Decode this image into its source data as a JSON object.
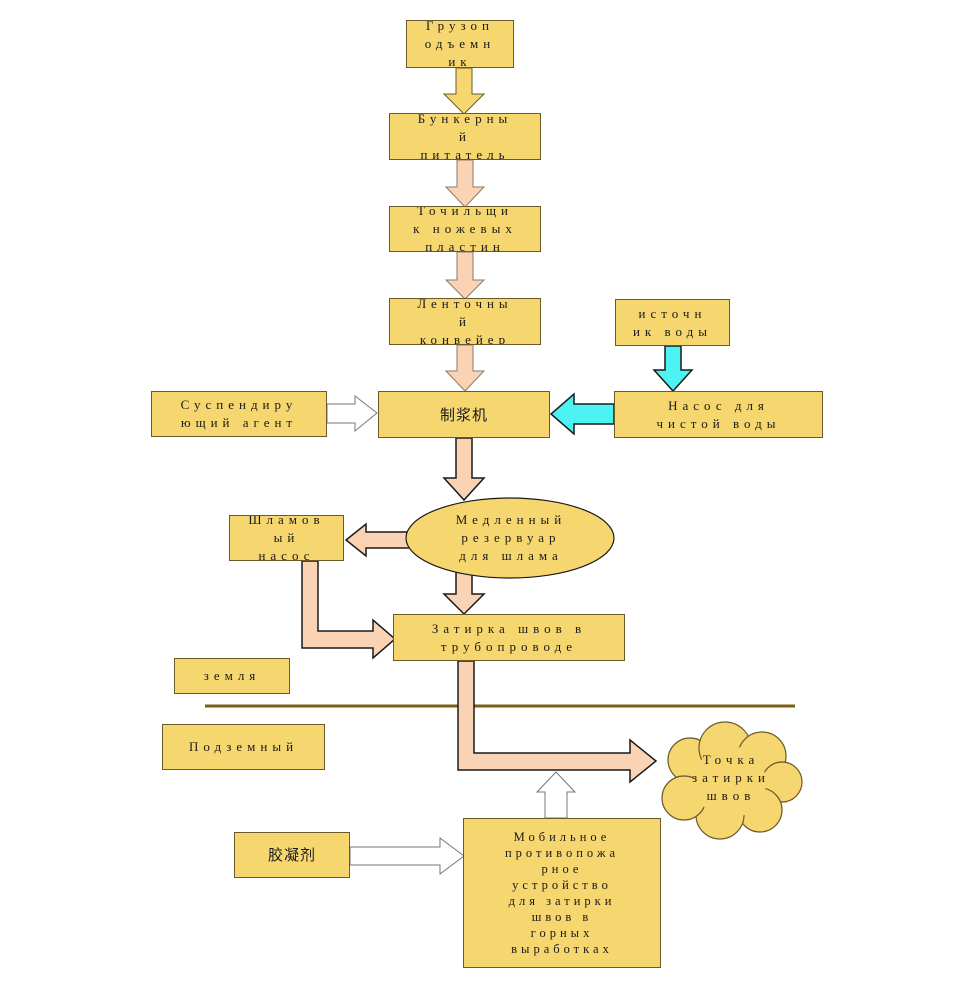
{
  "nodes": {
    "hoist": "Грузоп\nодъемн\nик",
    "bunker_feeder": "Бункерны\nй\nпитатель",
    "knife_sharpener": "Точильщи\nк ножевых\nпластин",
    "belt_conveyor": "Ленточны\nй\nконвейер",
    "water_source": "источн\nик воды",
    "suspending_agent": "Суспендиру\nющий агент",
    "pulper": "制浆机",
    "clean_water_pump": "Насос для\nчистой воды",
    "slurry_pump": "Шламов\nый\nнасос",
    "slow_slurry_tank": "Медленный\nрезервуар\nдля шлама",
    "pipeline_grouting": "Затирка швов в\nтрубопроводе",
    "ground": "земля",
    "underground": "Подземный",
    "grouting_point": "Точка\nзатирки\nшвов",
    "coagulant": "胶凝剂",
    "mobile_fire_device": "Мобильное\nпротивопожа\nрное\nустройство\nдля затирки\nшвов в\nгорных\nвыработках"
  },
  "colors": {
    "node_fill": "#f6d66f",
    "arrow_yellow": "#f6d66f",
    "arrow_peach": "#fad2b4",
    "arrow_cyan": "#4df2f2",
    "arrow_white": "#ffffff",
    "ground_line": "#7a6212"
  }
}
